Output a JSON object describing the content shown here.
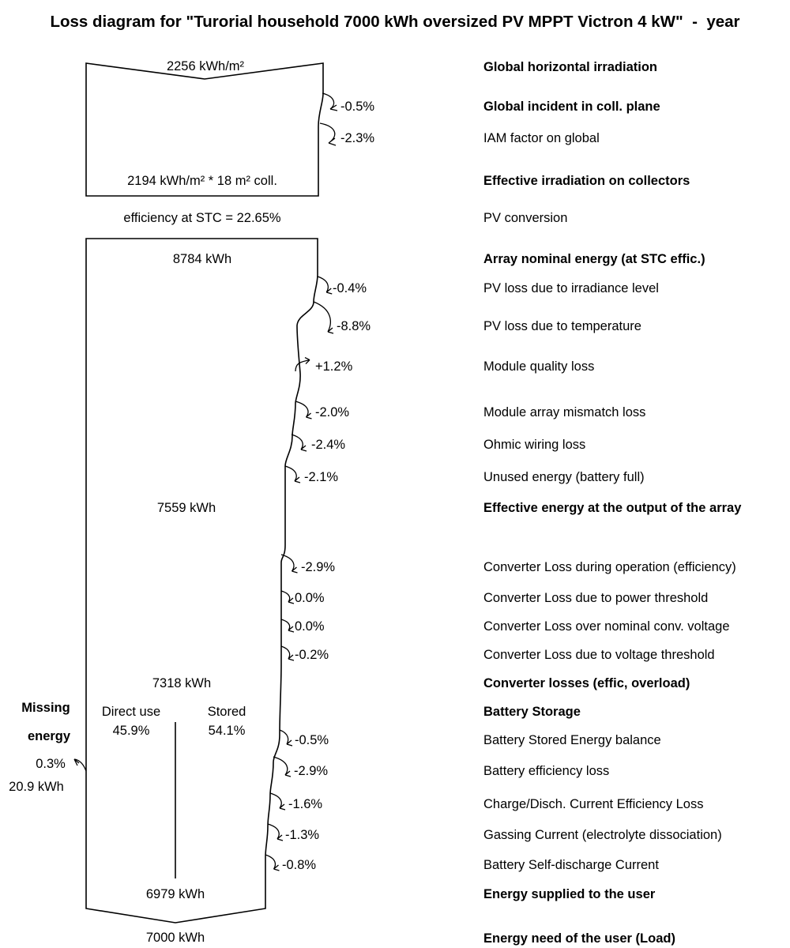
{
  "title": "Loss diagram for \"Turorial household 7000 kWh oversized PV MPPT Victron 4 kW\"  -  year",
  "rows": [
    {
      "id": "ghi",
      "label": "Global horizontal irradiation",
      "bold": true
    },
    {
      "id": "gincoll",
      "label": "Global incident in coll. plane",
      "bold": true,
      "change": "-0.5%"
    },
    {
      "id": "iam",
      "label": "IAM factor on global",
      "bold": false,
      "change": "-2.3%"
    },
    {
      "id": "effirr",
      "label": "Effective irradiation on collectors",
      "bold": true
    },
    {
      "id": "pvconv",
      "label": "PV conversion",
      "bold": false
    },
    {
      "id": "nominal",
      "label": "Array nominal energy (at STC effic.)",
      "bold": true
    },
    {
      "id": "irrlevel",
      "label": "PV loss due to irradiance level",
      "bold": false,
      "change": "-0.4%"
    },
    {
      "id": "temp",
      "label": "PV loss due to temperature",
      "bold": false,
      "change": "-8.8%"
    },
    {
      "id": "quality",
      "label": "Module quality loss",
      "bold": false,
      "change": "+1.2%"
    },
    {
      "id": "mismatch",
      "label": "Module array mismatch loss",
      "bold": false,
      "change": "-2.0%"
    },
    {
      "id": "ohmic",
      "label": "Ohmic wiring loss",
      "bold": false,
      "change": "-2.4%"
    },
    {
      "id": "unused",
      "label": "Unused energy (battery full)",
      "bold": false,
      "change": "-2.1%"
    },
    {
      "id": "arrayout",
      "label": "Effective energy at the output of the array",
      "bold": true
    },
    {
      "id": "convop",
      "label": "Converter Loss during operation (efficiency)",
      "bold": false,
      "change": "-2.9%"
    },
    {
      "id": "convpow",
      "label": "Converter Loss due to power threshold",
      "bold": false,
      "change": "0.0%"
    },
    {
      "id": "convvolt",
      "label": "Converter Loss over nominal conv. voltage",
      "bold": false,
      "change": "0.0%"
    },
    {
      "id": "convthr",
      "label": "Converter Loss due to voltage threshold",
      "bold": false,
      "change": "-0.2%"
    },
    {
      "id": "convlosses",
      "label": "Converter losses (effic, overload)",
      "bold": true
    },
    {
      "id": "battstorage",
      "label": "Battery Storage",
      "bold": true
    },
    {
      "id": "battbal",
      "label": "Battery Stored Energy balance",
      "bold": false,
      "change": "-0.5%"
    },
    {
      "id": "batteff",
      "label": "Battery efficiency loss",
      "bold": false,
      "change": "-2.9%"
    },
    {
      "id": "charge",
      "label": "Charge/Disch. Current Efficiency Loss",
      "bold": false,
      "change": "-1.6%"
    },
    {
      "id": "gassing",
      "label": "Gassing Current (electrolyte dissociation)",
      "bold": false,
      "change": "-1.3%"
    },
    {
      "id": "selfdis",
      "label": "Battery Self-discharge Current",
      "bold": false,
      "change": "-0.8%"
    },
    {
      "id": "supplied",
      "label": "Energy supplied to the user",
      "bold": true
    },
    {
      "id": "need",
      "label": "Energy need of the user (Load)",
      "bold": true
    }
  ],
  "flow_values": {
    "ghi_value": "2256 kWh/m²",
    "effirr_value": "2194 kWh/m² * 18 m² coll.",
    "stc_efficiency": "efficiency at STC = 22.65%",
    "nominal_value": "8784 kWh",
    "arrayout_value": "7559 kWh",
    "convlosses_value": "7318 kWh",
    "supplied_value": "6979 kWh",
    "need_value": "7000 kWh"
  },
  "battery_split": {
    "direct_label": "Direct use",
    "direct_value": "45.9%",
    "stored_label": "Stored",
    "stored_value": "54.1%"
  },
  "missing_energy": {
    "label_line1": "Missing",
    "label_line2": "energy",
    "percent": "0.3%",
    "energy": "20.9 kWh"
  }
}
